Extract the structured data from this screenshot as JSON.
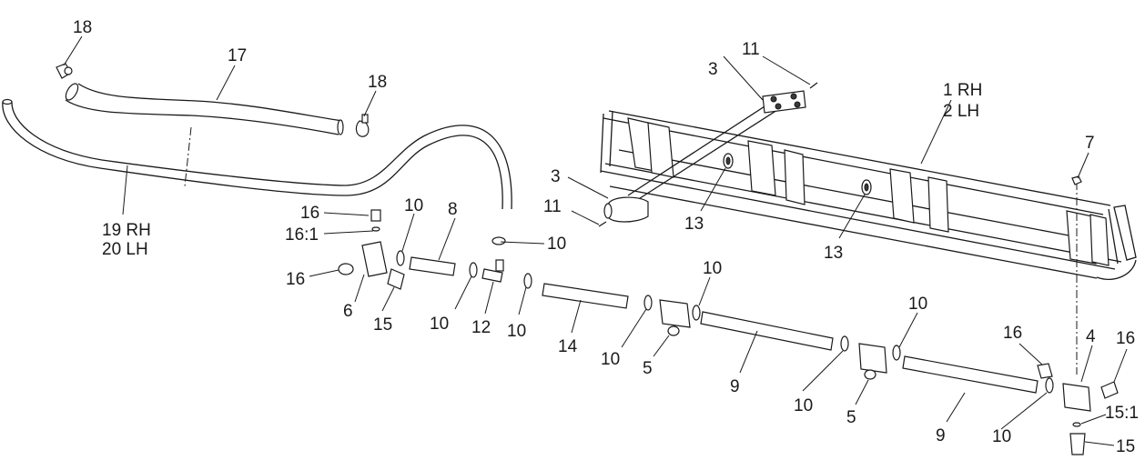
{
  "callouts": [
    {
      "id": "c-18a",
      "text": "18"
    },
    {
      "id": "c-17",
      "text": "17"
    },
    {
      "id": "c-18b",
      "text": "18"
    },
    {
      "id": "c-19rh",
      "text": "19 RH"
    },
    {
      "id": "c-20lh",
      "text": "20 LH"
    },
    {
      "id": "c-16a",
      "text": "16"
    },
    {
      "id": "c-16-1a",
      "text": "16:1"
    },
    {
      "id": "c-16b",
      "text": "16"
    },
    {
      "id": "c-6",
      "text": "6"
    },
    {
      "id": "c-15a",
      "text": "15"
    },
    {
      "id": "c-10a",
      "text": "10"
    },
    {
      "id": "c-8",
      "text": "8"
    },
    {
      "id": "c-10b",
      "text": "10"
    },
    {
      "id": "c-12",
      "text": "12"
    },
    {
      "id": "c-10c",
      "text": "10"
    },
    {
      "id": "c-10d",
      "text": "10"
    },
    {
      "id": "c-14",
      "text": "14"
    },
    {
      "id": "c-10e",
      "text": "10"
    },
    {
      "id": "c-10f",
      "text": "10"
    },
    {
      "id": "c-5a",
      "text": "5"
    },
    {
      "id": "c-9a",
      "text": "9"
    },
    {
      "id": "c-3a",
      "text": "3"
    },
    {
      "id": "c-11a",
      "text": "11"
    },
    {
      "id": "c-13a",
      "text": "13"
    },
    {
      "id": "c-3b",
      "text": "3"
    },
    {
      "id": "c-11b",
      "text": "11"
    },
    {
      "id": "c-13b",
      "text": "13"
    },
    {
      "id": "c-1rh",
      "text": "1 RH"
    },
    {
      "id": "c-2lh",
      "text": "2 LH"
    },
    {
      "id": "c-7",
      "text": "7"
    },
    {
      "id": "c-10g",
      "text": "10"
    },
    {
      "id": "c-10h",
      "text": "10"
    },
    {
      "id": "c-5b",
      "text": "5"
    },
    {
      "id": "c-9b",
      "text": "9"
    },
    {
      "id": "c-10i",
      "text": "10"
    },
    {
      "id": "c-16c",
      "text": "16"
    },
    {
      "id": "c-4",
      "text": "4"
    },
    {
      "id": "c-16d",
      "text": "16"
    },
    {
      "id": "c-15-1",
      "text": "15:1"
    },
    {
      "id": "c-15b",
      "text": "15"
    }
  ]
}
